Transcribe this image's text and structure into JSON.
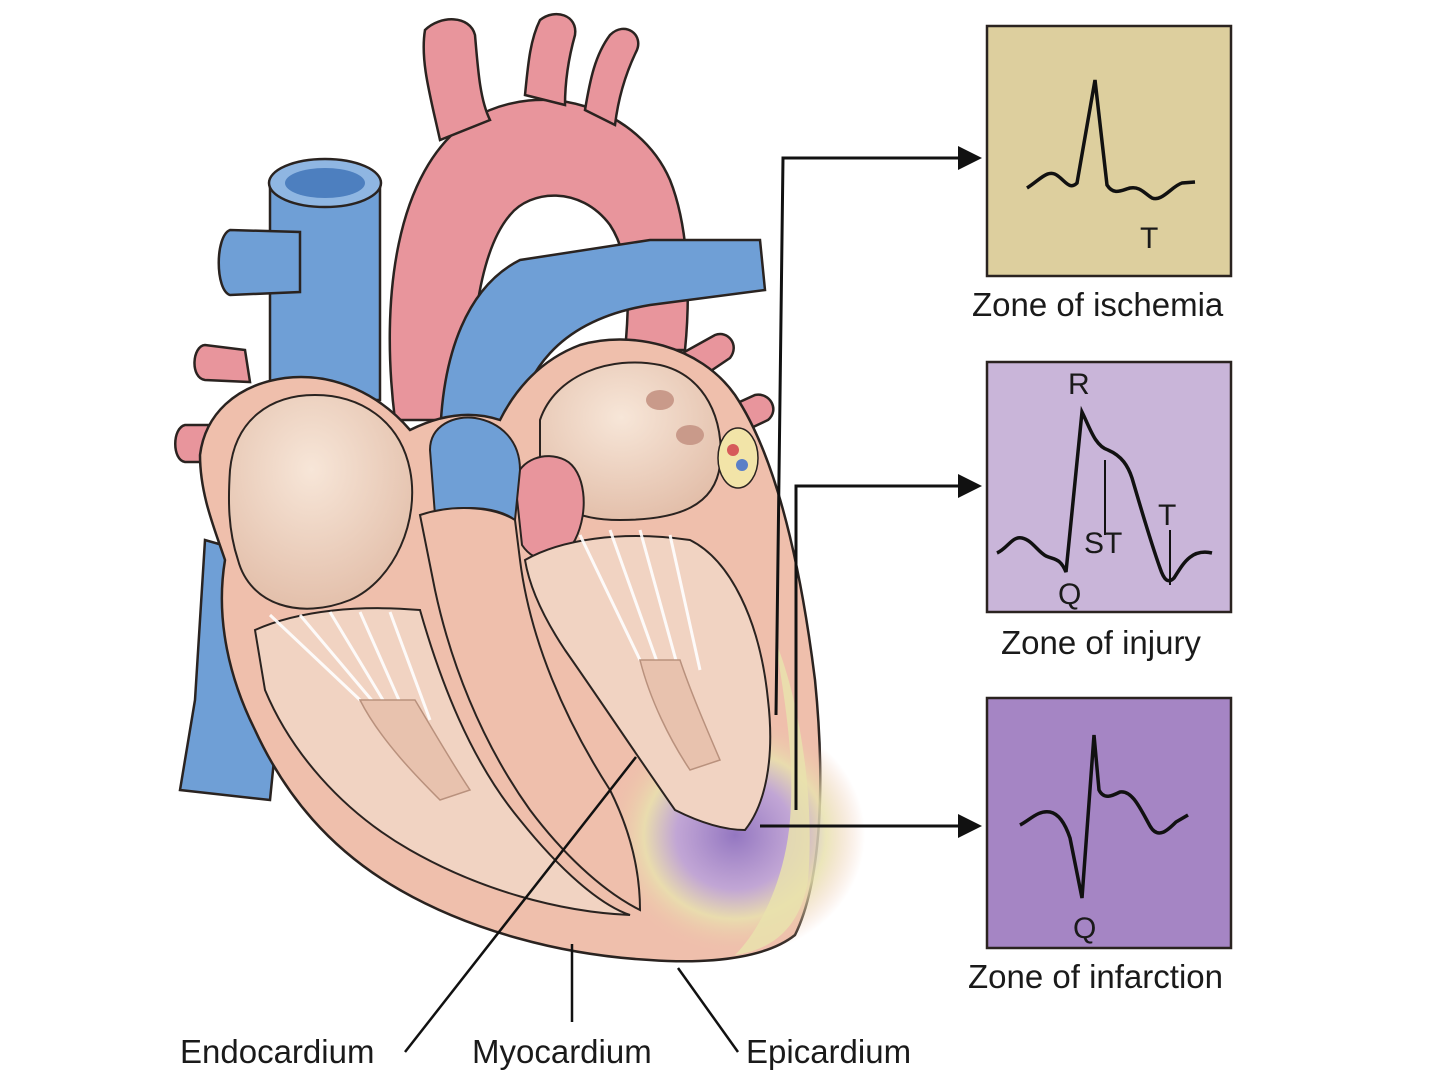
{
  "colors": {
    "artery": "#e8959c",
    "artery_dark": "#c9727b",
    "vein": "#6f9fd6",
    "vein_dark": "#4d7fbf",
    "myocardium": "#efbfac",
    "chamber": "#f3d9c8",
    "chamber_shadow": "#dcb4a1",
    "outline": "#2a2320",
    "ischemia_zone": "#e9e0a6",
    "injury_zone": "#c6a8d8",
    "infarction_zone": "#9a7fc7",
    "ischemia_panel": "#ddcf9e",
    "injury_panel": "#c9b5d9",
    "infarction_panel": "#a585c4"
  },
  "labels": {
    "endocardium": "Endocardium",
    "myocardium": "Myocardium",
    "epicardium": "Epicardium"
  },
  "zones": [
    {
      "id": "ischemia",
      "title": "Zone of ischemia",
      "marks": [
        "T"
      ]
    },
    {
      "id": "injury",
      "title": "Zone of injury",
      "marks": [
        "R",
        "ST",
        "T",
        "Q"
      ]
    },
    {
      "id": "infarction",
      "title": "Zone of infarction",
      "marks": [
        "Q"
      ]
    }
  ]
}
